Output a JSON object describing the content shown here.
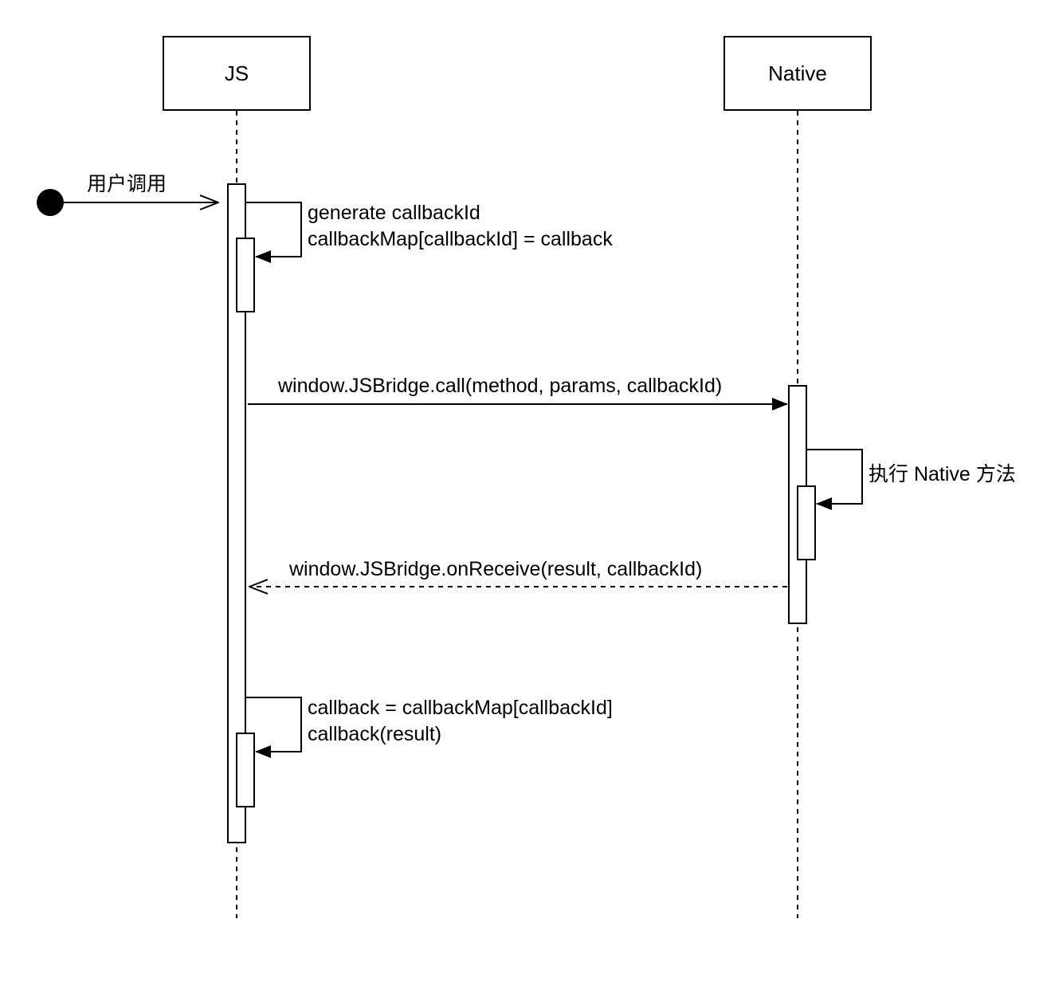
{
  "participants": {
    "js": "JS",
    "native": "Native"
  },
  "messages": {
    "user_call": "用户调用",
    "self_generate_line1": "generate callbackId",
    "self_generate_line2": "callbackMap[callbackId] = callback",
    "call": "window.JSBridge.call(method, params, callbackId)",
    "native_exec": "执行 Native 方法",
    "on_receive": "window.JSBridge.onReceive(result, callbackId)",
    "self_callback_line1": "callback = callbackMap[callbackId]",
    "self_callback_line2": "callback(result)"
  }
}
